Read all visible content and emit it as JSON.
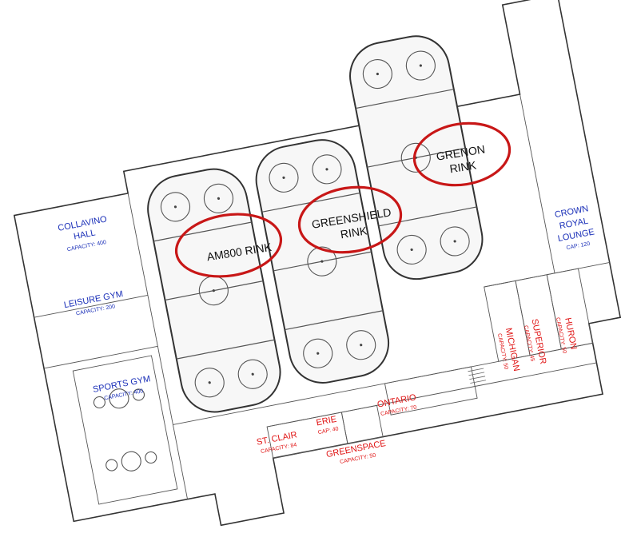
{
  "colors": {
    "hall_text": "#1a2fb8",
    "room_text": "#e01515",
    "highlight_oval": "#c81717"
  },
  "rinks": [
    {
      "id": "am800",
      "label_lines": [
        "AM800 RINK"
      ],
      "highlighted": true
    },
    {
      "id": "greenshield",
      "label_lines": [
        "GREENSHIELD",
        "RINK"
      ],
      "highlighted": true
    },
    {
      "id": "grenon",
      "label_lines": [
        "GRENON",
        "RINK"
      ],
      "highlighted": true
    }
  ],
  "halls": [
    {
      "id": "collavino",
      "name_lines": [
        "COLLAVINO",
        "HALL"
      ],
      "capacity": "CAPACITY: 400"
    },
    {
      "id": "leisure-gym",
      "name_lines": [
        "LEISURE GYM"
      ],
      "capacity": "CAPACITY: 200"
    },
    {
      "id": "sports-gym",
      "name_lines": [
        "SPORTS GYM"
      ],
      "capacity": "CAPACITY: 400"
    },
    {
      "id": "crown-royal",
      "name_lines": [
        "CROWN",
        "ROYAL",
        "LOUNGE"
      ],
      "capacity": "CAP: 120"
    }
  ],
  "rooms": [
    {
      "id": "st-clair",
      "name": "ST. CLAIR",
      "capacity": "CAPACITY: 84"
    },
    {
      "id": "erie",
      "name": "ERIE",
      "capacity": "CAP: 40"
    },
    {
      "id": "ontario",
      "name": "ONTARIO",
      "capacity": "CAPACITY: 70"
    },
    {
      "id": "greenspace",
      "name": "GREENSPACE",
      "capacity": "CAPACITY: 50"
    },
    {
      "id": "michigan",
      "name": "MICHIGAN",
      "capacity": "CAPACITY: 50"
    },
    {
      "id": "superior",
      "name": "SUPERIOR",
      "capacity": "CAPACITY: 45"
    },
    {
      "id": "huron",
      "name": "HURON",
      "capacity": "CAPACITY: 50"
    }
  ]
}
